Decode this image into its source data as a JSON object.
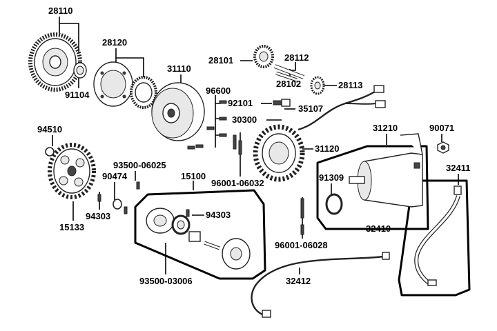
{
  "diagram": {
    "parts": [
      {
        "id": "28110",
        "label": "28110"
      },
      {
        "id": "28120",
        "label": "28120"
      },
      {
        "id": "91104",
        "label": "91104"
      },
      {
        "id": "31110",
        "label": "31110"
      },
      {
        "id": "96600",
        "label": "96600"
      },
      {
        "id": "28101",
        "label": "28101"
      },
      {
        "id": "28112",
        "label": "28112"
      },
      {
        "id": "28102",
        "label": "28102"
      },
      {
        "id": "28113",
        "label": "28113"
      },
      {
        "id": "92101",
        "label": "92101"
      },
      {
        "id": "35107",
        "label": "35107"
      },
      {
        "id": "30300",
        "label": "30300"
      },
      {
        "id": "31210",
        "label": "31210"
      },
      {
        "id": "90071",
        "label": "90071"
      },
      {
        "id": "94510",
        "label": "94510"
      },
      {
        "id": "31120",
        "label": "31120"
      },
      {
        "id": "93500-06025",
        "label": "93500-06025"
      },
      {
        "id": "15100",
        "label": "15100"
      },
      {
        "id": "90474",
        "label": "90474"
      },
      {
        "id": "91309",
        "label": "91309"
      },
      {
        "id": "32411",
        "label": "32411"
      },
      {
        "id": "96001-06032",
        "label": "96001-06032"
      },
      {
        "id": "94303-a",
        "label": "94303"
      },
      {
        "id": "94303-b",
        "label": "94303"
      },
      {
        "id": "15133",
        "label": "15133"
      },
      {
        "id": "32410",
        "label": "32410"
      },
      {
        "id": "96001-06028",
        "label": "96001-06028"
      },
      {
        "id": "93500-03006",
        "label": "93500-03006"
      },
      {
        "id": "32412",
        "label": "32412"
      }
    ]
  }
}
